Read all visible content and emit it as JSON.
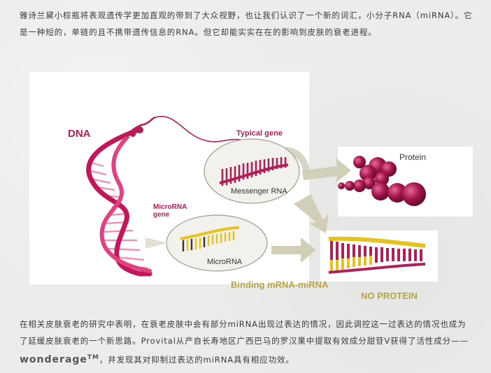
{
  "intro_paragraph": "雅诗兰黛小棕瓶将表观遗传学更加直观的带到了大众视野，也让我们认识了一个新的词汇，小分子RNA（miRNA）。它是一种短的，单链的且不携带遗传信息的RNA。但它却能实实在在的影响到皮肤的衰老进程。",
  "figure": {
    "dna_label": "DNA",
    "typical_gene_label": "Typical gene",
    "microrna_gene_label": "MicroRNA gene",
    "messenger_rna_label": "Messenger RNA",
    "microrna_label": "MicroRNA",
    "protein_label": "Protein",
    "binding_label": "Binding mRNA-miRNA",
    "no_protein_label": "NO PROTEIN"
  },
  "closing_paragraph": {
    "text_before": "在相关皮肤衰老的研究中表明，在衰老皮肤中会有部分miRNA出现过表达的情况，因此调控这一过表达的情况也成为了延缓皮肤衰老的一个新思路。Provital从产自长寿地区广西巴马的罗汉果中提取有效成分甜苷V获得了活性成分——",
    "brand": "wonderage",
    "trademark": "TM",
    "text_after": "，并发现其对抑制过表达的miRNA具有相应功效。"
  },
  "colors": {
    "dna_magenta": "#b01f57",
    "yellow": "#e6c21f",
    "arrow_beige": "#d2cfb8",
    "caption_gold": "#b7a53d"
  }
}
